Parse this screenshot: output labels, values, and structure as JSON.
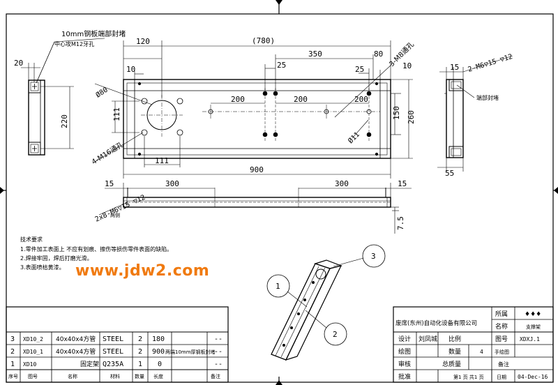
{
  "drawing": {
    "dims": {
      "total_780": "(780)",
      "left_120": "120",
      "gap_350": "350",
      "right_80": "80",
      "end_10a": "10",
      "end_10b": "10",
      "hole_25a": "25",
      "hole_25b": "25",
      "pitch_200a": "200",
      "pitch_200b": "200",
      "pitch_200c": "200",
      "height_111": "111",
      "width_111": "111",
      "height_150": "150",
      "height_260": "260",
      "length_900": "900",
      "bottom_15a": "15",
      "bottom_300a": "300",
      "bottom_300b": "300",
      "bottom_15b": "15",
      "bottom_7_5": "7.5",
      "left_20": "20",
      "left_220": "220",
      "right_15": "15",
      "right_55": "55"
    },
    "labels": {
      "dia80": "Ø80",
      "m16": "4-M16通孔",
      "m8": "3-M8通孔",
      "dia11": "Ø11",
      "m6_top": "2-M6▽15 ▽12",
      "m6_bottom": "2x8-M6▽15 ▽12",
      "both_sides": "两侧",
      "plate_note": "10mm钢板端部封堵",
      "m12_note": "中心攻M12牙孔",
      "end_weld_note": "端部封堵"
    },
    "notes": {
      "title": "技术要求",
      "items": [
        "1.零件加工表面上  不应有划痕、擦伤等损伤零件表面的缺陷。",
        "2.焊接牢固，焊后打磨光滑。",
        "3.表面喷枯黄漆。"
      ]
    },
    "balloons": [
      "1",
      "2",
      "3"
    ]
  },
  "watermark": "www.jdw2.com",
  "bom": {
    "rows": [
      [
        "3",
        "XD10_2",
        "40x40x4方管",
        "STEEL",
        "2",
        "180",
        "",
        "--"
      ],
      [
        "2",
        "XD10_1",
        "40x40x4方管",
        "STEEL",
        "2",
        "900",
        "两端10mm厚钢板封堵",
        "--"
      ],
      [
        "1",
        "XD10",
        "固定架",
        "Q235A",
        "1",
        "0",
        "",
        "--"
      ]
    ],
    "header": [
      "序号",
      "图号",
      "名称",
      "材料",
      "数量",
      "长度",
      "",
      "备注"
    ]
  },
  "title_block": {
    "company": "废席(东州)自动化设备有限公司",
    "belong_label": "所属",
    "belong_value": "♦♦♦",
    "name_label": "名称",
    "name_value": "支撑架",
    "design_label": "设计",
    "designer": "刘凤城",
    "scale_label": "比例",
    "drawing_no_label": "图号",
    "drawing_no": "XDXJ.1",
    "draw_label": "绘图",
    "qty_label": "数量",
    "qty_value": "4",
    "handwork_label": "手绘图",
    "review_label": "审核",
    "total_weight_label": "总质量",
    "remark_label": "备注",
    "approve_label": "批准",
    "sheet_text": "第1 页 共1 页",
    "date_label": "日期",
    "date_value": "04-Dec-16"
  }
}
